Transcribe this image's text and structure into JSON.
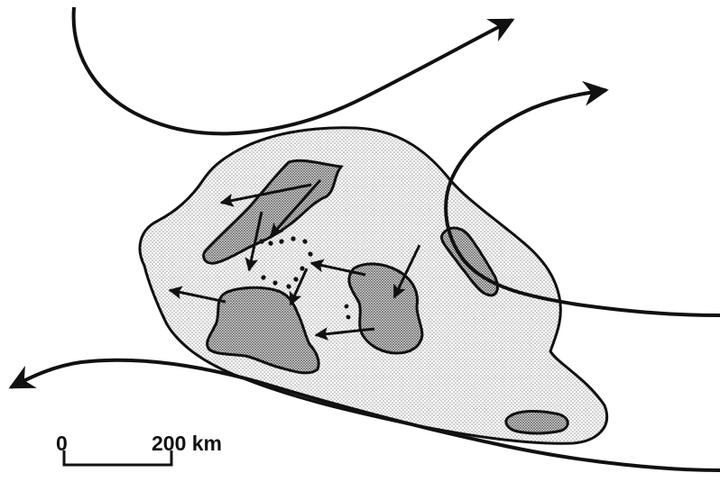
{
  "map": {
    "scale_bar": {
      "start_label": "0",
      "end_label": "200 km"
    },
    "colors": {
      "ink": "#111111",
      "background": "#ffffff",
      "outer_region_stipple": "#8f8f8f",
      "inner_region_stipple": "#4a4a4a"
    },
    "features": [
      "streamline-arrow",
      "stippled-outer-region",
      "dark-stippled-cells",
      "inflow-arrows",
      "dotted-connectors",
      "scale-bar"
    ]
  }
}
